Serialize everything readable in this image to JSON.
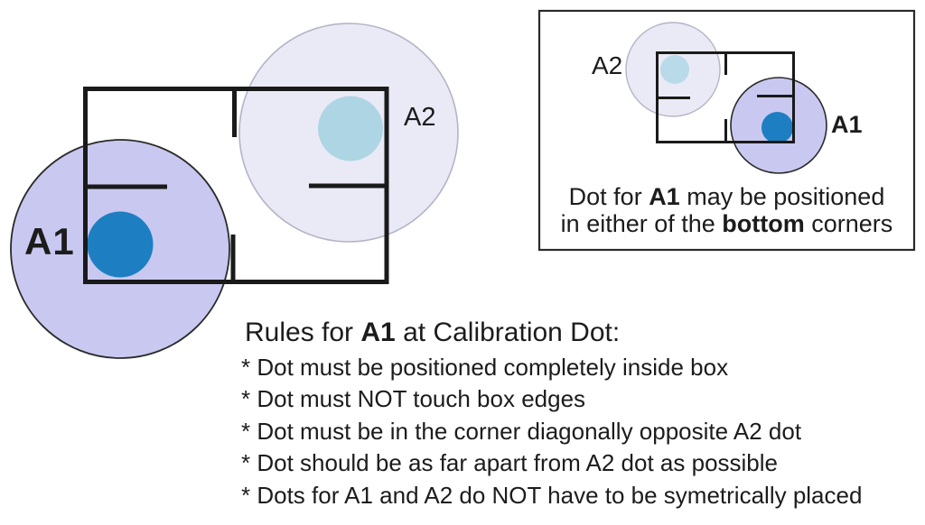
{
  "colors": {
    "line": "#1a1a1a",
    "panel_border": "#2a2a2a",
    "a1_circle_fill": "#c9c8f0",
    "a2_circle_fill": "#eaeaf6",
    "a1_dot": "#1d7fc1",
    "a2_dot": "#aed5e4",
    "a2_dot_inset": "#b9dae9"
  },
  "main_diagram": {
    "a1_label": "A1",
    "a2_label": "A2"
  },
  "inset": {
    "a2_label": "A2",
    "a1_label": "A1",
    "caption_line1_pre": "Dot for ",
    "caption_line1_bold": "A1",
    "caption_line1_post": " may be positioned",
    "caption_line2_pre": "in either of the ",
    "caption_line2_bold": "bottom",
    "caption_line2_post": " corners"
  },
  "rules": {
    "title_pre": "Rules for ",
    "title_bold": "A1",
    "title_post": " at Calibration Dot:",
    "items": [
      "* Dot must be positioned completely inside box",
      "* Dot must NOT touch box edges",
      "* Dot must be in the corner diagonally opposite A2 dot",
      "* Dot should be as far apart from A2 dot as possible",
      "* Dots for A1 and A2 do NOT have to be symetrically placed"
    ]
  }
}
